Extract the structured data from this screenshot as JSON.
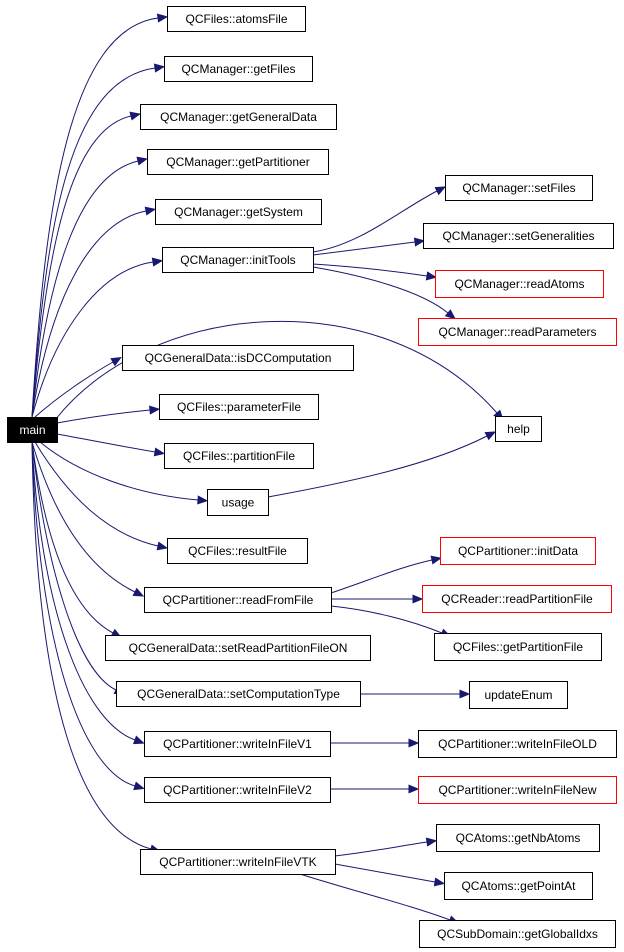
{
  "graph": {
    "colors": {
      "edge": "#191970",
      "node_border": "#000000",
      "unresolved_border": "#ff0000",
      "root_fill": "#000000",
      "root_text": "#ffffff"
    },
    "nodes": [
      {
        "id": "main",
        "label": "main",
        "style": "root"
      },
      {
        "id": "atomsFile",
        "label": "QCFiles::atomsFile",
        "style": "normal"
      },
      {
        "id": "getFiles",
        "label": "QCManager::getFiles",
        "style": "normal"
      },
      {
        "id": "getGeneralData",
        "label": "QCManager::getGeneralData",
        "style": "normal"
      },
      {
        "id": "getPartitioner",
        "label": "QCManager::getPartitioner",
        "style": "normal"
      },
      {
        "id": "getSystem",
        "label": "QCManager::getSystem",
        "style": "normal"
      },
      {
        "id": "initTools",
        "label": "QCManager::initTools",
        "style": "normal"
      },
      {
        "id": "setFiles",
        "label": "QCManager::setFiles",
        "style": "normal"
      },
      {
        "id": "setGeneralities",
        "label": "QCManager::setGeneralities",
        "style": "normal"
      },
      {
        "id": "readAtoms",
        "label": "QCManager::readAtoms",
        "style": "red"
      },
      {
        "id": "readParameters",
        "label": "QCManager::readParameters",
        "style": "red"
      },
      {
        "id": "isDCComputation",
        "label": "QCGeneralData::isDCComputation",
        "style": "normal"
      },
      {
        "id": "parameterFile",
        "label": "QCFiles::parameterFile",
        "style": "normal"
      },
      {
        "id": "help",
        "label": "help",
        "style": "normal"
      },
      {
        "id": "partitionFile",
        "label": "QCFiles::partitionFile",
        "style": "normal"
      },
      {
        "id": "usage",
        "label": "usage",
        "style": "normal"
      },
      {
        "id": "resultFile",
        "label": "QCFiles::resultFile",
        "style": "normal"
      },
      {
        "id": "initData",
        "label": "QCPartitioner::initData",
        "style": "red"
      },
      {
        "id": "readFromFile",
        "label": "QCPartitioner::readFromFile",
        "style": "normal"
      },
      {
        "id": "readPartitionFile",
        "label": "QCReader::readPartitionFile",
        "style": "red"
      },
      {
        "id": "getPartitionFile",
        "label": "QCFiles::getPartitionFile",
        "style": "normal"
      },
      {
        "id": "setReadPartitionFileON",
        "label": "QCGeneralData::setReadPartitionFileON",
        "style": "normal"
      },
      {
        "id": "setComputationType",
        "label": "QCGeneralData::setComputationType",
        "style": "normal"
      },
      {
        "id": "updateEnum",
        "label": "updateEnum",
        "style": "normal"
      },
      {
        "id": "writeInFileV1",
        "label": "QCPartitioner::writeInFileV1",
        "style": "normal"
      },
      {
        "id": "writeInFileOLD",
        "label": "QCPartitioner::writeInFileOLD",
        "style": "normal"
      },
      {
        "id": "writeInFileV2",
        "label": "QCPartitioner::writeInFileV2",
        "style": "normal"
      },
      {
        "id": "writeInFileNew",
        "label": "QCPartitioner::writeInFileNew",
        "style": "red"
      },
      {
        "id": "writeInFileVTK",
        "label": "QCPartitioner::writeInFileVTK",
        "style": "normal"
      },
      {
        "id": "getNbAtoms",
        "label": "QCAtoms::getNbAtoms",
        "style": "normal"
      },
      {
        "id": "getPointAt",
        "label": "QCAtoms::getPointAt",
        "style": "normal"
      },
      {
        "id": "getGlobalIdxs",
        "label": "QCSubDomain::getGlobalIdxs",
        "style": "normal"
      }
    ],
    "edges": [
      {
        "from": "main",
        "to": "atomsFile"
      },
      {
        "from": "main",
        "to": "getFiles"
      },
      {
        "from": "main",
        "to": "getGeneralData"
      },
      {
        "from": "main",
        "to": "getPartitioner"
      },
      {
        "from": "main",
        "to": "getSystem"
      },
      {
        "from": "main",
        "to": "initTools"
      },
      {
        "from": "main",
        "to": "help"
      },
      {
        "from": "main",
        "to": "isDCComputation"
      },
      {
        "from": "main",
        "to": "parameterFile"
      },
      {
        "from": "main",
        "to": "partitionFile"
      },
      {
        "from": "main",
        "to": "usage"
      },
      {
        "from": "main",
        "to": "resultFile"
      },
      {
        "from": "main",
        "to": "readFromFile"
      },
      {
        "from": "main",
        "to": "setReadPartitionFileON"
      },
      {
        "from": "main",
        "to": "setComputationType"
      },
      {
        "from": "main",
        "to": "writeInFileV1"
      },
      {
        "from": "main",
        "to": "writeInFileV2"
      },
      {
        "from": "main",
        "to": "writeInFileVTK"
      },
      {
        "from": "initTools",
        "to": "setFiles"
      },
      {
        "from": "initTools",
        "to": "setGeneralities"
      },
      {
        "from": "initTools",
        "to": "readAtoms"
      },
      {
        "from": "initTools",
        "to": "readParameters"
      },
      {
        "from": "usage",
        "to": "help"
      },
      {
        "from": "readFromFile",
        "to": "initData"
      },
      {
        "from": "readFromFile",
        "to": "readPartitionFile"
      },
      {
        "from": "readFromFile",
        "to": "getPartitionFile"
      },
      {
        "from": "setComputationType",
        "to": "updateEnum"
      },
      {
        "from": "writeInFileV1",
        "to": "writeInFileOLD"
      },
      {
        "from": "writeInFileV2",
        "to": "writeInFileNew"
      },
      {
        "from": "writeInFileVTK",
        "to": "getNbAtoms"
      },
      {
        "from": "writeInFileVTK",
        "to": "getPointAt"
      },
      {
        "from": "writeInFileVTK",
        "to": "getGlobalIdxs"
      }
    ]
  }
}
